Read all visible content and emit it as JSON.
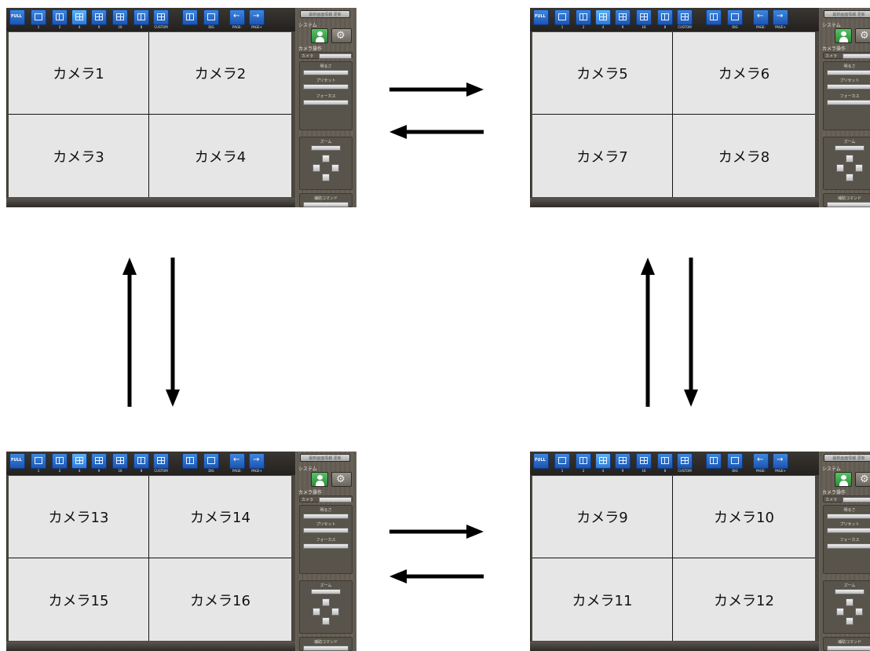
{
  "screens": [
    {
      "cameras": [
        "カメラ1",
        "カメラ2",
        "カメラ3",
        "カメラ4"
      ]
    },
    {
      "cameras": [
        "カメラ5",
        "カメラ6",
        "カメラ7",
        "カメラ8"
      ]
    },
    {
      "cameras": [
        "カメラ13",
        "カメラ14",
        "カメラ15",
        "カメラ16"
      ]
    },
    {
      "cameras": [
        "カメラ9",
        "カメラ10",
        "カメラ11",
        "カメラ12"
      ]
    }
  ],
  "ui": {
    "toolbar": {
      "full": "FULL",
      "labels": [
        "1",
        "2",
        "4",
        "9",
        "16",
        "8",
        "CUSTOM",
        "",
        "DIG",
        "PAGE-",
        "PAGE+"
      ]
    },
    "panel": {
      "top_button": "最新画面情報 更新",
      "system": "システム",
      "camera_ops": "カメラ操作",
      "camera": "カメラ",
      "brightness": "明るさ",
      "preset": "プリセット",
      "focus": "フォーカス",
      "zoom": "ズーム",
      "aux": "補助コマンド"
    }
  },
  "colors": {
    "accent_blue": "#2a6fd0",
    "bezel": "#4a4640",
    "cell": "#e6e6e6",
    "system_green": "#3fa34d"
  }
}
